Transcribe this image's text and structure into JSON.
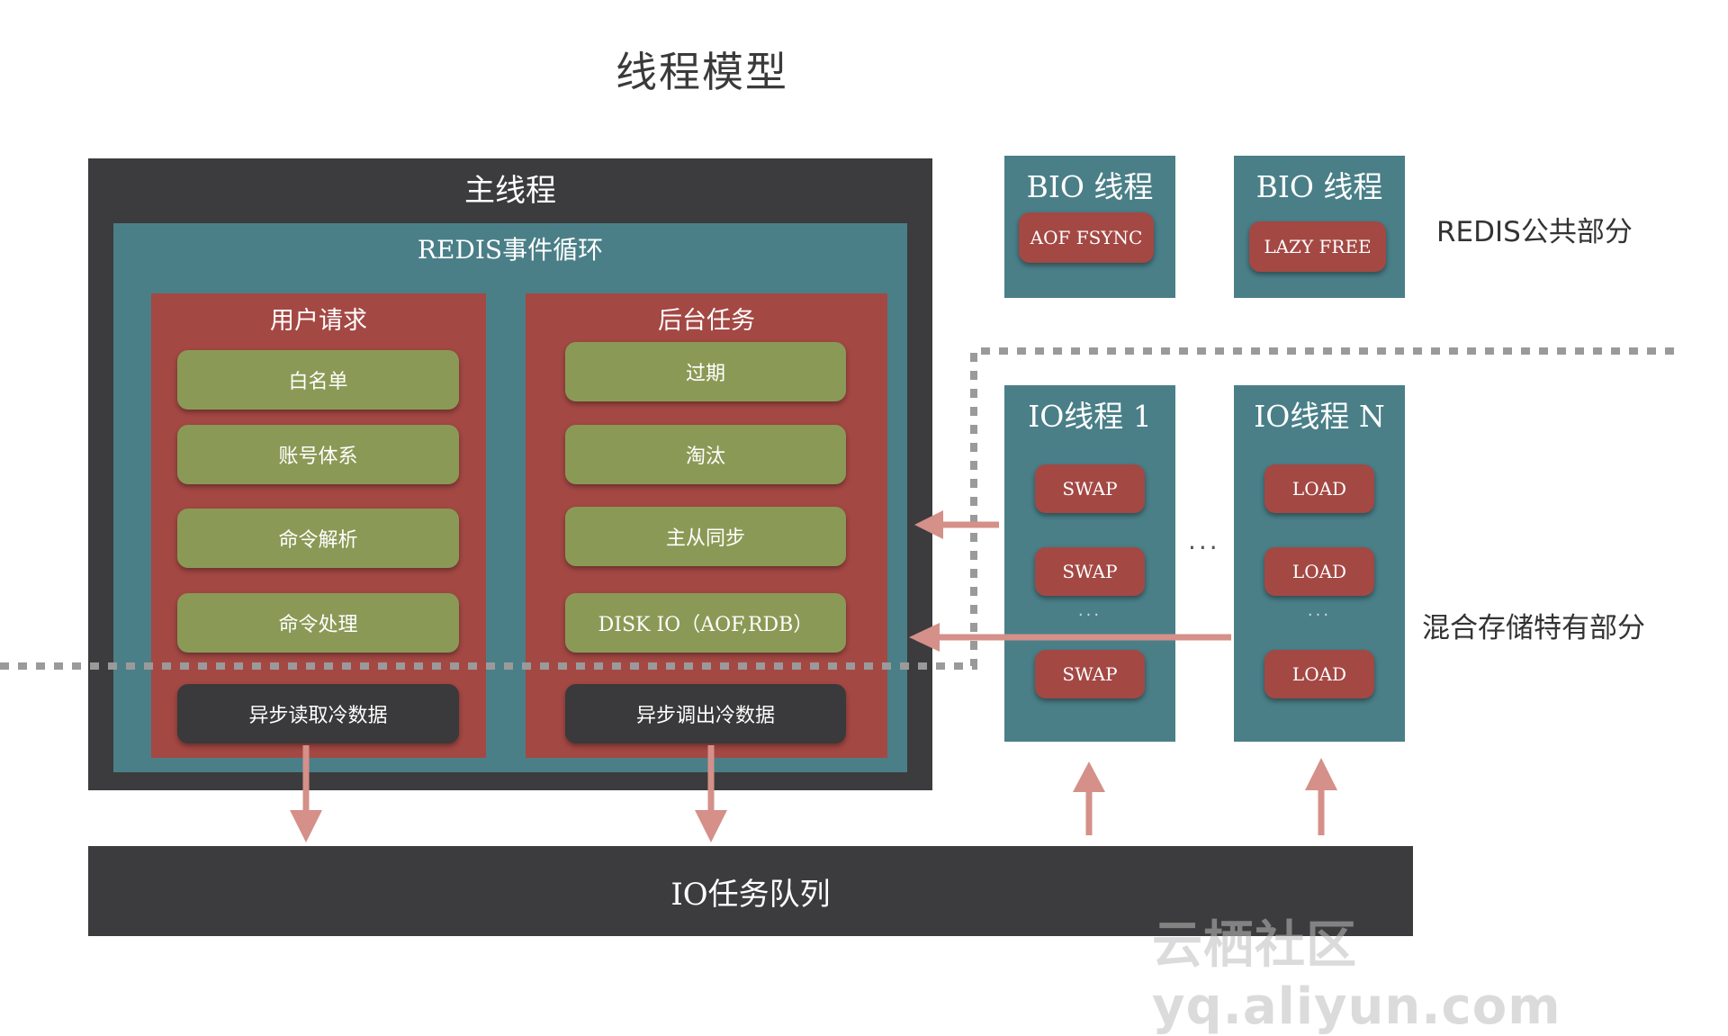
{
  "title": "线程模型",
  "main_thread": {
    "label": "主线程",
    "event_loop_label": "REDIS事件循环",
    "user_requests": {
      "label": "用户请求",
      "items": [
        "白名单",
        "账号体系",
        "命令解析",
        "命令处理"
      ],
      "async_item": "异步读取冷数据"
    },
    "background_tasks": {
      "label": "后台任务",
      "items": [
        "过期",
        "淘汰",
        "主从同步",
        "DISK IO（AOF,RDB）"
      ],
      "async_item": "异步调出冷数据"
    }
  },
  "bio_threads": [
    {
      "label": "BIO 线程",
      "task": "AOF FSYNC"
    },
    {
      "label": "BIO 线程",
      "task": "LAZY FREE"
    }
  ],
  "redis_common_label": "REDIS公共部分",
  "io_threads": [
    {
      "label": "IO线程 1",
      "tasks": [
        "SWAP",
        "SWAP",
        "SWAP"
      ],
      "ellipsis": "..."
    },
    {
      "label": "IO线程 N",
      "tasks": [
        "LOAD",
        "LOAD",
        "LOAD"
      ],
      "ellipsis": "..."
    }
  ],
  "between_io_ellipsis": "...",
  "hybrid_storage_label": "混合存储特有部分",
  "io_queue_label": "IO任务队列",
  "watermark": "云栖社区 yq.aliyun.com",
  "colors": {
    "dark": "#3c3b3d",
    "teal": "#4a7f88",
    "red": "#a44844",
    "green": "#8a9a56",
    "arrow": "#d49089",
    "dashed": "#9a9a9a"
  }
}
